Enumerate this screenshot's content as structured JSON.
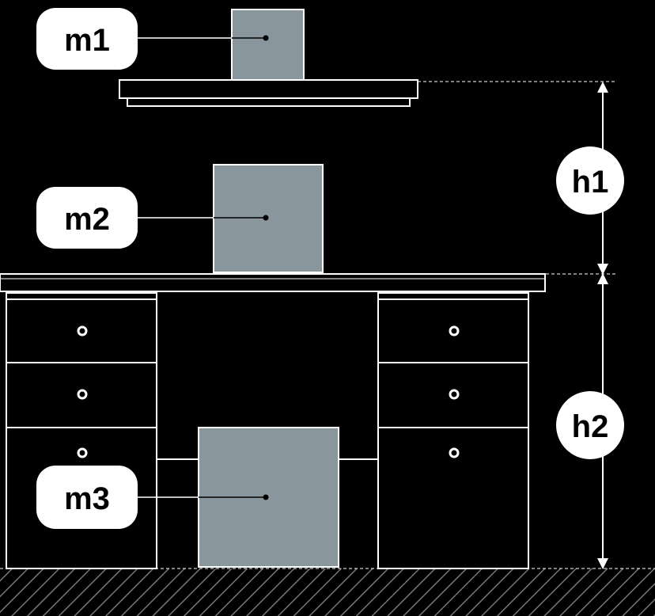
{
  "labels": {
    "m1": "m1",
    "m2": "m2",
    "m3": "m3",
    "h1": "h1",
    "h2": "h2"
  },
  "colors": {
    "background": "#000000",
    "mass_fill": "#8a969e",
    "outline": "#ffffff",
    "label_bg": "#ffffff",
    "label_text": "#000000"
  }
}
